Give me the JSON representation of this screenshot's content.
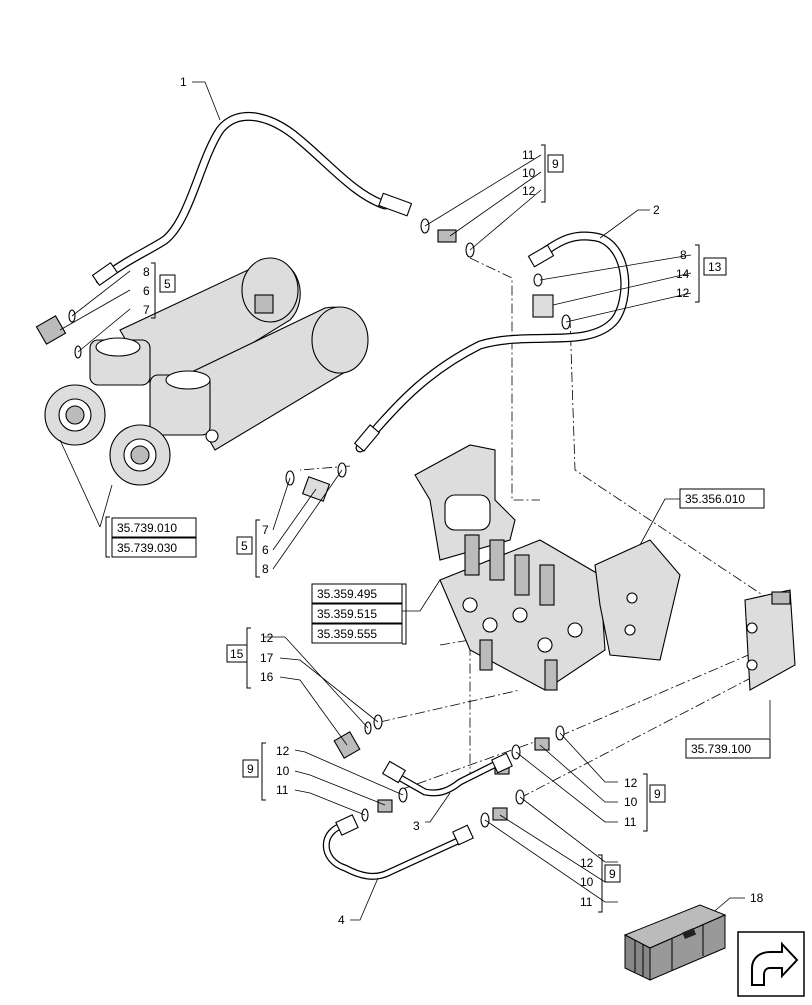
{
  "callouts": {
    "n1": "1",
    "n2": "2",
    "n3": "3",
    "n4": "4",
    "n18": "18",
    "g_top9": {
      "a": "11",
      "b": "10",
      "c": "12",
      "ref": "9"
    },
    "g_left5": {
      "a": "8",
      "b": "6",
      "c": "7",
      "ref": "5"
    },
    "g_right13": {
      "a": "8",
      "b": "14",
      "c": "12",
      "ref": "13"
    },
    "g_mid5": {
      "a": "7",
      "b": "6",
      "c": "8",
      "ref": "5"
    },
    "g_15": {
      "a": "12",
      "b": "17",
      "c": "16",
      "ref": "15"
    },
    "g_9a": {
      "a": "12",
      "b": "10",
      "c": "11",
      "ref": "9"
    },
    "g_9b": {
      "a": "12",
      "b": "10",
      "c": "11",
      "ref": "9"
    },
    "g_9c": {
      "a": "12",
      "b": "10",
      "c": "11",
      "ref": "9"
    }
  },
  "refs": {
    "r1": "35.739.010",
    "r2": "35.739.030",
    "r3": "35.356.010",
    "r4": "35.359.495",
    "r5": "35.359.515",
    "r6": "35.359.555",
    "r7": "35.739.100"
  },
  "icons": {
    "nav": "next-page-arrow-icon",
    "kit": "parts-kit-box-icon"
  }
}
